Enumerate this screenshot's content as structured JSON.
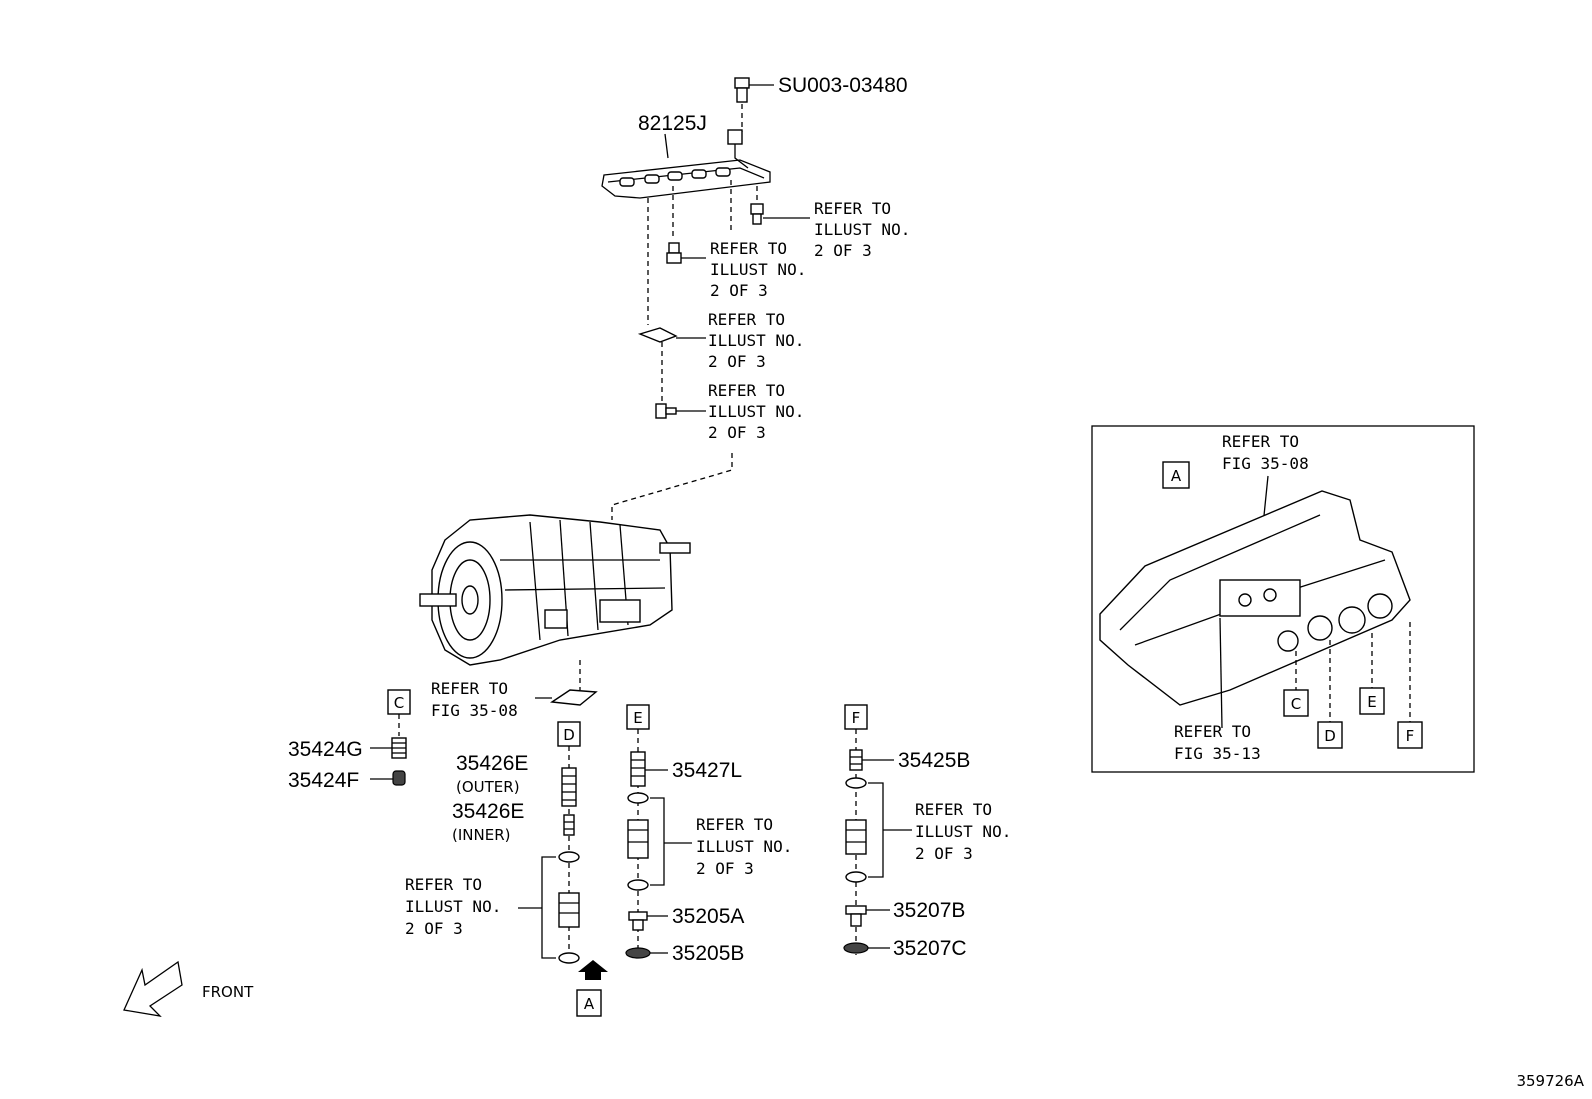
{
  "parts": {
    "bolt_top": "SU003-03480",
    "harness": "82125J",
    "spring_c_upper": "35424G",
    "spring_c_lower": "35424F",
    "spring_d_outer": "35426E",
    "spring_d_outer_note": "(OUTER)",
    "spring_d_inner": "35426E",
    "spring_d_inner_note": "(INNER)",
    "spring_e": "35427L",
    "plug_e_upper": "35205A",
    "plug_e_lower": "35205B",
    "spring_f": "35425B",
    "plug_f_upper": "35207B",
    "plug_f_lower": "35207C"
  },
  "refs": {
    "r1": [
      "REFER TO",
      "ILLUST NO.",
      "2 OF 3"
    ],
    "r2": [
      "REFER TO",
      "ILLUST NO.",
      "2 OF 3"
    ],
    "r3": [
      "REFER TO",
      "ILLUST NO.",
      "2 OF 3"
    ],
    "r4": [
      "REFER TO",
      "ILLUST NO.",
      "2 OF 3"
    ],
    "r_fig_0808": [
      "REFER TO",
      "FIG 35-08"
    ],
    "r_d": [
      "REFER TO",
      "ILLUST NO.",
      "2 OF 3"
    ],
    "r_e": [
      "REFER TO",
      "ILLUST NO.",
      "2 OF 3"
    ],
    "r_f": [
      "REFER TO",
      "ILLUST NO.",
      "2 OF 3"
    ],
    "inset_top": [
      "REFER TO",
      "FIG 35-08"
    ],
    "inset_bottom": [
      "REFER TO",
      "FIG 35-13"
    ]
  },
  "boxes": {
    "c": "C",
    "d": "D",
    "e": "E",
    "f": "F",
    "a": "A",
    "inset_a": "A",
    "inset_c": "C",
    "inset_d": "D",
    "inset_e": "E",
    "inset_f": "F"
  },
  "front_label": "FRONT",
  "illustration_id": "359726A"
}
